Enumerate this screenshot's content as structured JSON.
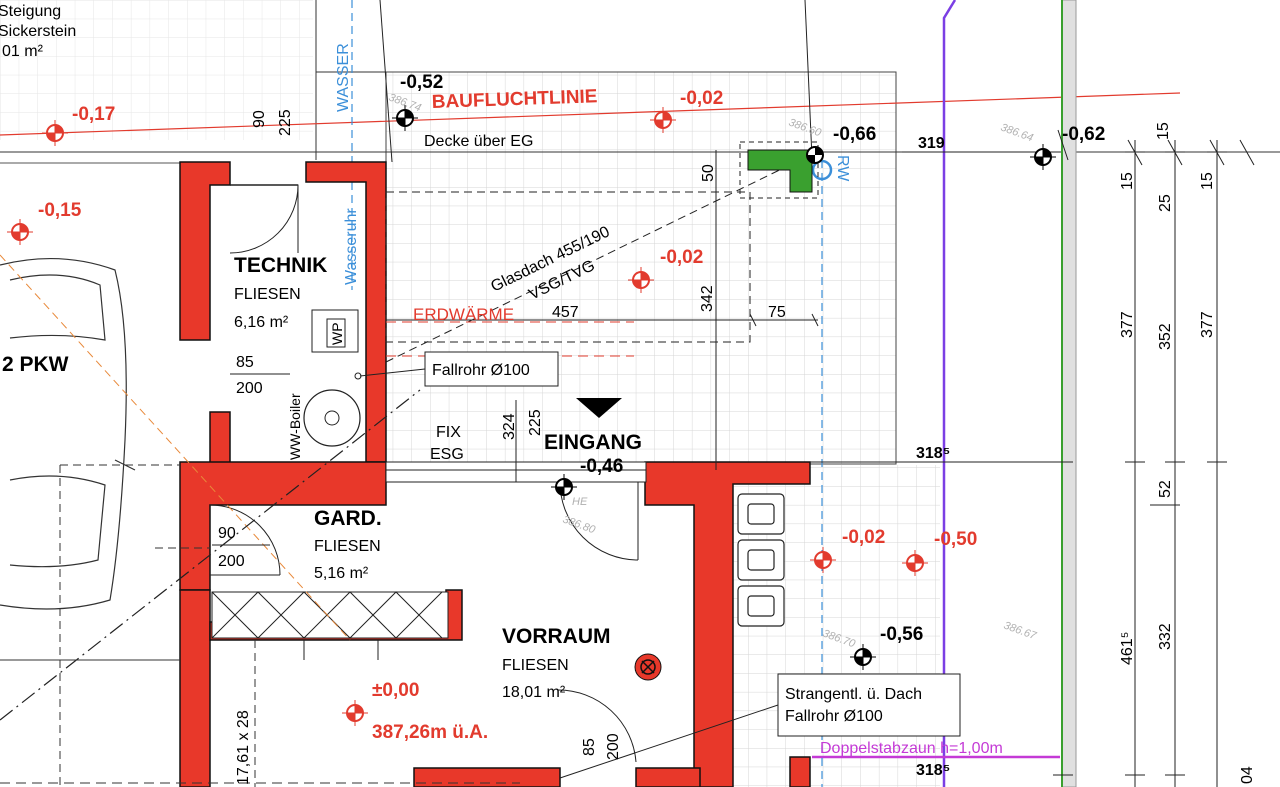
{
  "top_left_note": [
    "Steigung",
    "Sickerstein",
    "01 m²"
  ],
  "levels": {
    "l_017": "-0,17",
    "l_015": "-0,15",
    "l_052": "-0,52",
    "l_002a": "-0,02",
    "l_066": "-0,66",
    "l_062": "-0,62",
    "l_002b": "-0,02",
    "l_046": "-0,46",
    "l_002c": "-0,02",
    "l_050": "-0,50",
    "l_056": "-0,56",
    "l_000": "±0,00",
    "l_abs": "387,26m ü.A."
  },
  "labels": {
    "bauflucht": "BAUFLUCHTLINIE",
    "decke": "Decke über EG",
    "wasser": "WASSER",
    "wasseruhr": "Wasseruhr",
    "rw": "RW",
    "glasdach1": "Glasdach 455/190",
    "glasdach2": "VSG/TVG",
    "erdwaerme": "ERDWÄRME",
    "fallrohr": "Fallrohr Ø100",
    "fix": "FIX",
    "esg": "ESG",
    "eingang": "EINGANG",
    "wp": "WP",
    "boiler": "WW-Boiler",
    "he": "HE",
    "strang1": "Strangentl. ü. Dach",
    "strang2": "Fallrohr Ø100",
    "zaun": "Doppelstabzaun h=1,00m",
    "pkw": "2 PKW"
  },
  "rooms": {
    "technik": {
      "name": "TECHNIK",
      "floor": "FLIESEN",
      "area": "6,16 m²"
    },
    "gard": {
      "name": "GARD.",
      "floor": "FLIESEN",
      "area": "5,16 m²"
    },
    "vorraum": {
      "name": "VORRAUM",
      "floor": "FLIESEN",
      "area": "18,01 m²"
    }
  },
  "dims": {
    "d90a": "90",
    "d225a": "225",
    "d50": "50",
    "d342": "342",
    "d457": "457",
    "d75": "75",
    "d85a": "85",
    "d200a": "200",
    "d324": "324",
    "d225b": "225",
    "d90b": "90",
    "d200b": "200",
    "d85b": "85",
    "d200c": "200",
    "d1761": "17,61 x 28",
    "d319": "319",
    "d3185a": "318⁵",
    "d3185b": "318⁵",
    "r15a": "15",
    "r15b": "15",
    "r15c": "15",
    "r25": "25",
    "r377a": "377",
    "r352": "352",
    "r377b": "377",
    "r52": "52",
    "r4615": "461⁵",
    "r332": "332",
    "r04": "04"
  },
  "ghost_heights": {
    "g1": "386.74",
    "g2": "386.60",
    "g3": "386.64",
    "g4": "386.80",
    "g5": "386.70",
    "g6": "386.67"
  },
  "colors": {
    "wall": "#e8382a",
    "green": "#3aa02f",
    "blue": "#3b8fd9",
    "purple": "#7b3fe4",
    "magenta": "#c43ad6",
    "red_text": "#e23b2e"
  }
}
